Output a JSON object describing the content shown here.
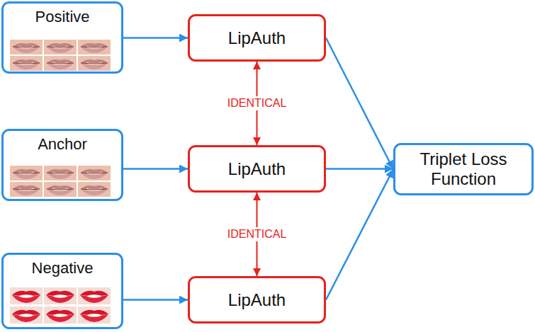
{
  "diagram": {
    "nodes": [
      {
        "text": [
          "Positive"
        ]
      },
      {
        "text": [
          "LipAuth"
        ]
      },
      {
        "text": [
          "Anchor"
        ]
      },
      {
        "text": [
          "LipAuth"
        ]
      },
      {
        "text": [
          "Negative"
        ]
      },
      {
        "text": [
          "LipAuth"
        ]
      },
      {
        "text": [
          "Triplet Loss Function"
        ]
      }
    ],
    "edges": [
      {
        "from": 0,
        "to": 1,
        "arrow": "to"
      },
      {
        "from": 2,
        "to": 3,
        "arrow": "to"
      },
      {
        "from": 4,
        "to": 5,
        "arrow": "to"
      },
      {
        "from": 1,
        "to": 6,
        "arrow": "to"
      },
      {
        "from": 3,
        "to": 6,
        "arrow": "to"
      },
      {
        "from": 5,
        "to": 6,
        "arrow": "to"
      },
      {
        "from": 1,
        "to": 3,
        "label": "IDENTICAL",
        "arrow": "both"
      },
      {
        "from": 3,
        "to": 5,
        "label": "IDENTICAL",
        "arrow": "both"
      }
    ]
  }
}
